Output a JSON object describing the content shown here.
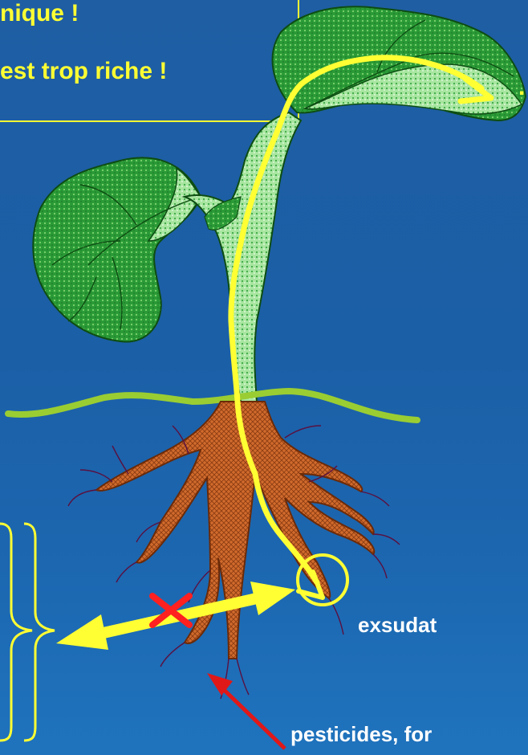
{
  "top_box": {
    "line1": "nique !",
    "line2": "est trop riche !"
  },
  "labels": {
    "exsudat": "exsudat",
    "pesticides": "pesticides, for",
    "top_right_fragment": "."
  },
  "colors": {
    "background": "#1b5fa6",
    "highlight_yellow": "#ffff33",
    "leaf_green": "#2e9e3a",
    "light_green": "#8fd88a",
    "root_orange": "#d2692a",
    "soil_line": "#9acd32",
    "cross_red": "#ff2020"
  }
}
